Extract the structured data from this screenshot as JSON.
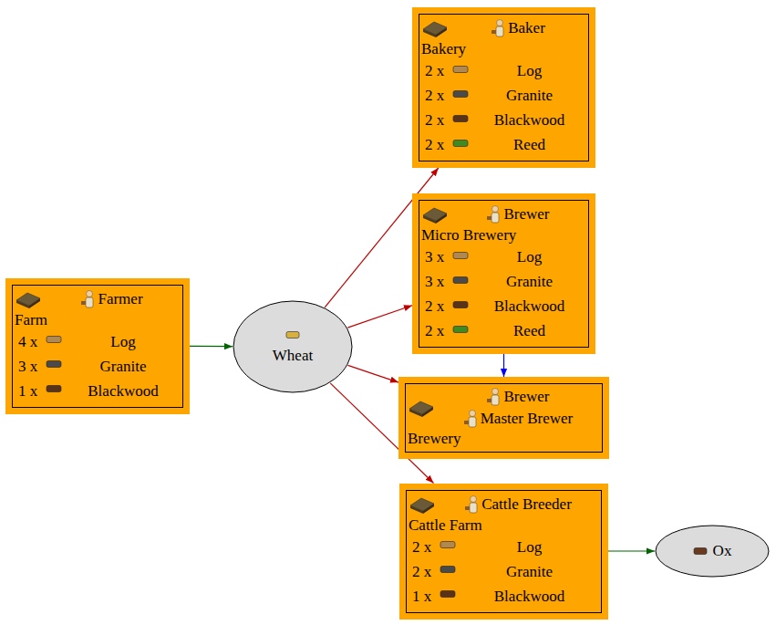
{
  "diagram": {
    "nodes": [
      {
        "text": [
          "Farmer",
          "Farm",
          "4 x",
          "Log",
          "3 x",
          "Granite",
          "1 x",
          "Blackwood"
        ]
      },
      {
        "text": [
          "Wheat"
        ]
      },
      {
        "text": [
          "Baker",
          "Bakery",
          "2 x",
          "Log",
          "2 x",
          "Granite",
          "2 x",
          "Blackwood",
          "2 x",
          "Reed"
        ]
      },
      {
        "text": [
          "Brewer",
          "Micro Brewery",
          "3 x",
          "Log",
          "3 x",
          "Granite",
          "2 x",
          "Blackwood",
          "2 x",
          "Reed"
        ]
      },
      {
        "text": [
          "Brewer",
          "Master Brewer",
          "Brewery"
        ]
      },
      {
        "text": [
          "Cattle Breeder",
          "Cattle Farm",
          "2 x",
          "Log",
          "2 x",
          "Granite",
          "1 x",
          "Blackwood"
        ]
      },
      {
        "text": [
          "Ox"
        ]
      }
    ],
    "edges": [
      {
        "from": 0,
        "to": 1,
        "arrow": "to"
      },
      {
        "from": 1,
        "to": 2,
        "arrow": "to"
      },
      {
        "from": 1,
        "to": 3,
        "arrow": "to"
      },
      {
        "from": 1,
        "to": 4,
        "arrow": "to"
      },
      {
        "from": 1,
        "to": 5,
        "arrow": "to"
      },
      {
        "from": 3,
        "to": 4,
        "arrow": "to"
      },
      {
        "from": 5,
        "to": 6,
        "arrow": "to"
      }
    ]
  }
}
